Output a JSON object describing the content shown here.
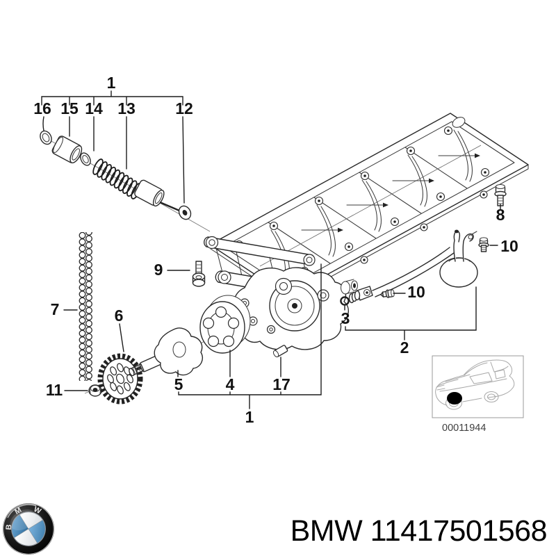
{
  "diagram": {
    "callouts": [
      {
        "id": "group-top",
        "label": "1"
      },
      {
        "id": "16",
        "label": "16"
      },
      {
        "id": "15",
        "label": "15"
      },
      {
        "id": "14",
        "label": "14"
      },
      {
        "id": "13",
        "label": "13"
      },
      {
        "id": "12",
        "label": "12"
      },
      {
        "id": "9",
        "label": "9"
      },
      {
        "id": "7",
        "label": "7"
      },
      {
        "id": "6",
        "label": "6"
      },
      {
        "id": "11",
        "label": "11"
      },
      {
        "id": "5",
        "label": "5"
      },
      {
        "id": "4",
        "label": "4"
      },
      {
        "id": "17",
        "label": "17"
      },
      {
        "id": "group-bottom",
        "label": "1"
      },
      {
        "id": "3",
        "label": "3"
      },
      {
        "id": "2",
        "label": "2"
      },
      {
        "id": "10-tube",
        "label": "10"
      },
      {
        "id": "10-bracket",
        "label": "10"
      },
      {
        "id": "8",
        "label": "8"
      }
    ],
    "thumbnail": {
      "image_id": "00011944"
    }
  },
  "footer": {
    "brand": "BMW",
    "part_number": "11417501568",
    "title": "BMW 11417501568",
    "logo": {
      "letters": [
        "B",
        "M",
        "W"
      ]
    }
  },
  "colors": {
    "line": "#2a2a2a",
    "logo_blue": "#4c96c6",
    "logo_black": "#141414",
    "background": "#ffffff"
  }
}
